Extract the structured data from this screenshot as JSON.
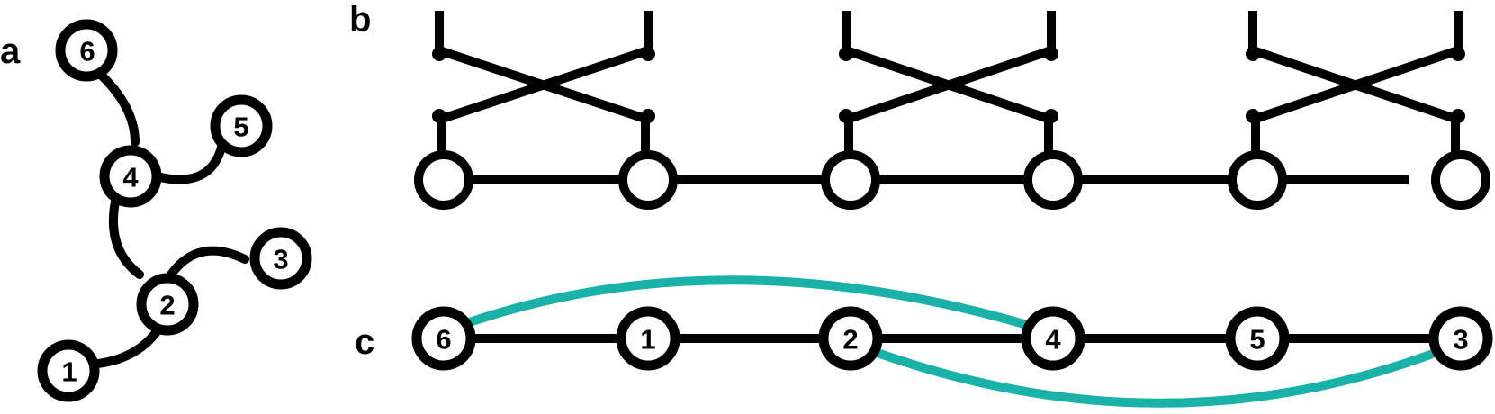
{
  "panels": {
    "a": "a",
    "b": "b",
    "c": "c"
  },
  "tree_nodes": [
    "6",
    "5",
    "4",
    "3",
    "2",
    "1"
  ],
  "chain_order": [
    "6",
    "1",
    "2",
    "4",
    "5",
    "3"
  ],
  "colors": {
    "edge": "#000000",
    "highlight": "#1ab2a8",
    "node_fill": "#ffffff"
  }
}
